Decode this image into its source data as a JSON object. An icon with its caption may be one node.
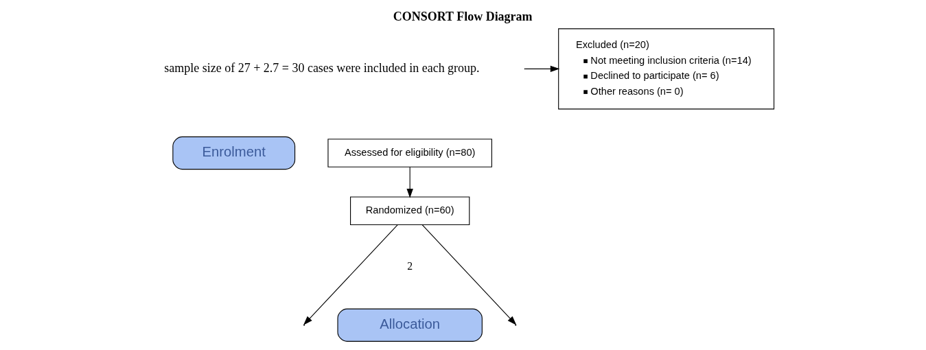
{
  "diagram": {
    "title": "CONSORT Flow Diagram",
    "nodes": [
      {
        "text": [
          "Enrolment"
        ]
      },
      {
        "text": [
          "Assessed for eligibility (n=80)"
        ]
      },
      {
        "text": [
          "Excluded (n=20)",
          "Not meeting inclusion criteria (n=14)",
          "Declined to participate (n= 6)",
          "Other reasons (n= 0)"
        ]
      },
      {
        "text": [
          "Randomized (n=60)"
        ]
      },
      {
        "text": [
          "Allocation"
        ]
      }
    ],
    "edges": [
      {
        "from": 1,
        "to": 3,
        "arrow": "to"
      },
      {
        "from": null,
        "to": 2,
        "arrow": "to"
      },
      {
        "from": 3,
        "to": null,
        "arrow": "to"
      },
      {
        "from": 3,
        "to": null,
        "arrow": "to"
      }
    ],
    "labels": [
      "sample size of 27 + 2.7 = 30 cases were included in each group.",
      "2"
    ]
  }
}
